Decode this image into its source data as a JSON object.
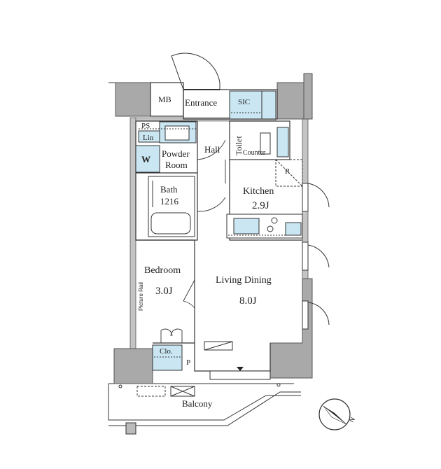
{
  "rooms": {
    "mb": "MB",
    "entrance": "Entrance",
    "sic": "SIC",
    "ps": "PS",
    "lin": "Lin",
    "powder_room_line1": "Powder",
    "powder_room_line2": "Room",
    "washer": "W",
    "hall": "Hall",
    "toilet": "Toilet",
    "counter": "Counter",
    "refrigerator": "R",
    "bath": "Bath",
    "bath_size": "1216",
    "kitchen": "Kitchen",
    "kitchen_size": "2.9J",
    "bedroom": "Bedroom",
    "bedroom_size": "3.0J",
    "picture_rail": "Picture Rail",
    "living_dining": "Living Dining",
    "living_dining_size": "8.0J",
    "closet": "Clo.",
    "p": "P",
    "balcony": "Balcony"
  },
  "compass": {
    "direction": "N"
  },
  "colors": {
    "fixture_blue": "#c9e6f2",
    "pillar_gray": "#a9a9a9",
    "wall_gray": "#bdbdbd",
    "line": "#333333"
  }
}
